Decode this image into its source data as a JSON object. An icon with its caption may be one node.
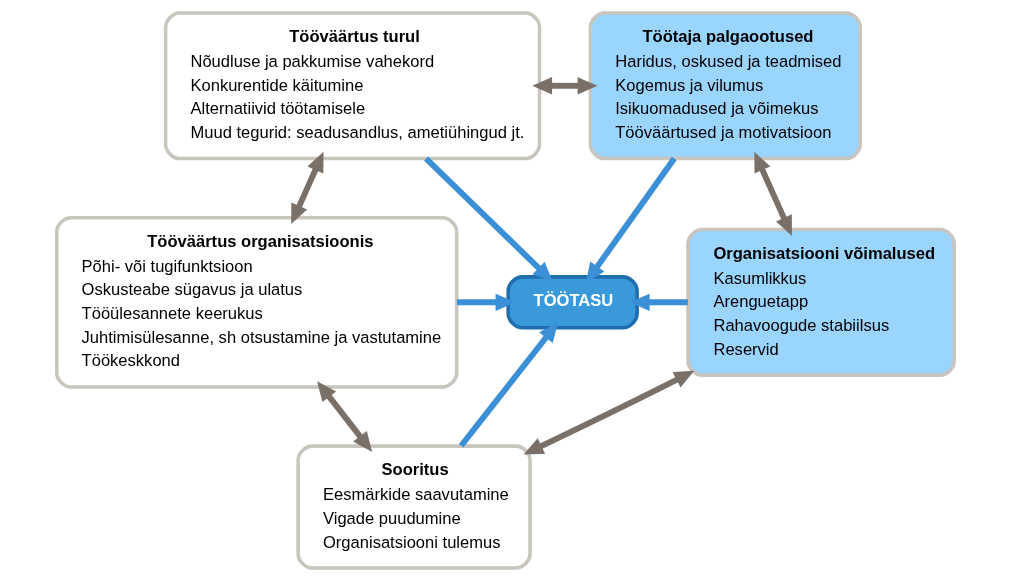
{
  "diagram": {
    "nodes": [
      {
        "text": [
          "Tööväärtus turul",
          "Nõudluse ja pakkumise vahekord",
          "Konkurentide käitumine",
          "Alternatiivid töötamisele",
          "Muud tegurid: seadusandlus, ametiühingud jt."
        ]
      },
      {
        "text": [
          "Töötaja palgaootused",
          "Haridus, oskused ja teadmised",
          "Kogemus ja vilumus",
          "Isikuomadused ja võimekus",
          "Tööväärtused ja motivatsioon"
        ]
      },
      {
        "text": [
          "Tööväärtus organisatsioonis",
          "Põhi- või tugifunktsioon",
          "Oskusteabe sügavus ja ulatus",
          "Tööülesannete keerukus",
          "Juhtimisülesanne, sh otsustamine ja vastutamine",
          "Töökeskkond"
        ]
      },
      {
        "text": [
          "TÖÖTASU"
        ]
      },
      {
        "text": [
          "Organisatsiooni võimalused",
          "Kasumlikkus",
          "Arenguetapp",
          "Rahavoogude stabiilsus",
          "Reservid"
        ]
      },
      {
        "text": [
          "Sooritus",
          "Eesmärkide saavutamine",
          "Vigade puudumine",
          "Organisatsiooni tulemus"
        ]
      }
    ],
    "edges": [
      {
        "from": 0,
        "to": 1,
        "arrow": "both",
        "color": "#7a7068"
      },
      {
        "from": 0,
        "to": 2,
        "arrow": "both",
        "color": "#7a7068"
      },
      {
        "from": 1,
        "to": 4,
        "arrow": "both",
        "color": "#7a7068"
      },
      {
        "from": 2,
        "to": 5,
        "arrow": "both",
        "color": "#7a7068"
      },
      {
        "from": 4,
        "to": 5,
        "arrow": "both",
        "color": "#7a7068"
      },
      {
        "from": 0,
        "to": 3,
        "arrow": "to",
        "color": "#3a8fd6"
      },
      {
        "from": 1,
        "to": 3,
        "arrow": "to",
        "color": "#3a8fd6"
      },
      {
        "from": 2,
        "to": 3,
        "arrow": "to",
        "color": "#3a8fd6"
      },
      {
        "from": 4,
        "to": 3,
        "arrow": "to",
        "color": "#3a8fd6"
      },
      {
        "from": 5,
        "to": 3,
        "arrow": "to",
        "color": "#3a8fd6"
      }
    ]
  }
}
